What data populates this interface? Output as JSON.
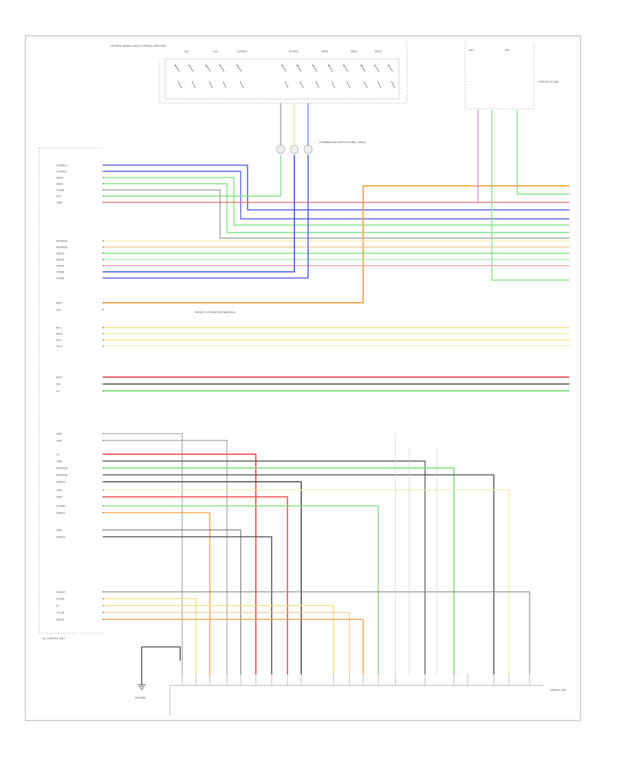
{
  "diagram": {
    "footer_text": "",
    "unit_label": "AV CONTROL UNIT",
    "switch_box_label": "STEERING WHEEL AUDIO CONTROL SWITCHES",
    "switch_labels": [
      "VOL",
      "VOL",
      "SOURCE",
      "SOURCE",
      "SEEK",
      "SEEK",
      "MUTE"
    ],
    "combination_switch_label": "COMBINATION SWITCH (SPIRAL CABLE)",
    "right_top_labels": [
      "ANT",
      "ANT"
    ],
    "right_top_side_label": "FUSE BLOCK (J/B)",
    "ground_label": "GROUND",
    "bottom_unit_label": "DISPLAY UNIT",
    "left_groups": [
      {
        "labels": [
          "SOURCE+",
          "SOURCE-",
          "SEEK+",
          "SEEK-",
          "STEER",
          "VOL",
          "GND"
        ]
      },
      {
        "labels": [
          "REVERSE",
          "REVERSE",
          "SPEED",
          "SPEED",
          "SPEED",
          "STEER",
          "STEER"
        ]
      },
      {
        "labels": [
          "BATT",
          "IGN"
        ]
      },
      {
        "labels": [
          "RR-L",
          "RR-R",
          "FR-L",
          "FR-R"
        ]
      },
      {
        "labels": [
          "REM",
          "ON",
          "ILL"
        ]
      },
      {
        "labels": [
          "DISP",
          "DISP",
          "ILL",
          "GND",
          "REVERSE",
          "REVERSE",
          "SHIELD",
          "DISP",
          "DISP",
          "SOUND",
          "SHIELD",
          "DISP",
          "SHIELD"
        ]
      },
      {
        "labels": [
          "SHIELD",
          "P-GND",
          "IG",
          "TV-ON",
          "SPEED"
        ]
      }
    ],
    "note_text": "REFER TO POWER DISTRIBUTION",
    "colors": {
      "blue": "#4a5ce6",
      "green": "#7be37b",
      "orange": "#f5a64e",
      "red": "#f05a5a",
      "gray": "#8a8a8a",
      "darkgray": "#555555",
      "yellow": "#f0e27a",
      "lightyellow": "#f6eeb0",
      "purple": "#c48ad8",
      "pink": "#f3a0a0",
      "peach": "#f6c18a",
      "lightgreen": "#a8ebb0"
    }
  }
}
